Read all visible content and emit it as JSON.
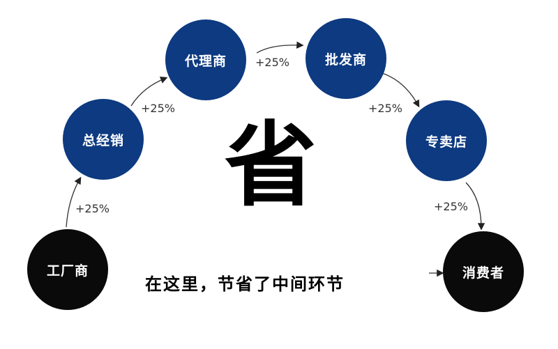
{
  "nodes": {
    "factory": "工厂商",
    "general_distributor": "总经销",
    "agent": "代理商",
    "wholesaler": "批发商",
    "store": "专卖店",
    "consumer": "消费者"
  },
  "markups": [
    "+25%",
    "+25%",
    "+25%",
    "+25%",
    "+25%"
  ],
  "center_char": "省",
  "slogan": "在这里，节省了中间环节",
  "colors": {
    "node_blue": "#0d3a80",
    "node_black": "#0a0a0a"
  }
}
